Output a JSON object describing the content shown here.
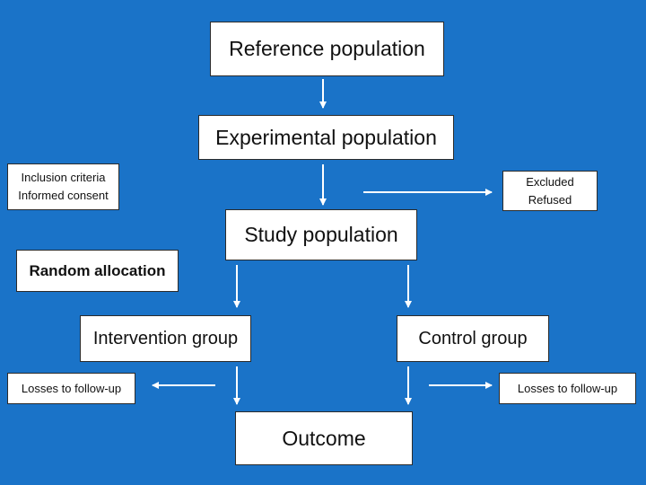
{
  "nodes": {
    "reference": "Reference population",
    "experimental": "Experimental population",
    "criteria": [
      "Inclusion criteria",
      "Informed consent"
    ],
    "excluded": [
      "Excluded",
      "Refused"
    ],
    "study": "Study population",
    "random": "Random allocation",
    "intervention": "Intervention group",
    "control": "Control group",
    "losses_left": "Losses to follow-up",
    "losses_right": "Losses to follow-up",
    "outcome": "Outcome"
  },
  "colors": {
    "background": "#1a73c8",
    "box": "#ffffff",
    "arrow": "#ffffff"
  }
}
